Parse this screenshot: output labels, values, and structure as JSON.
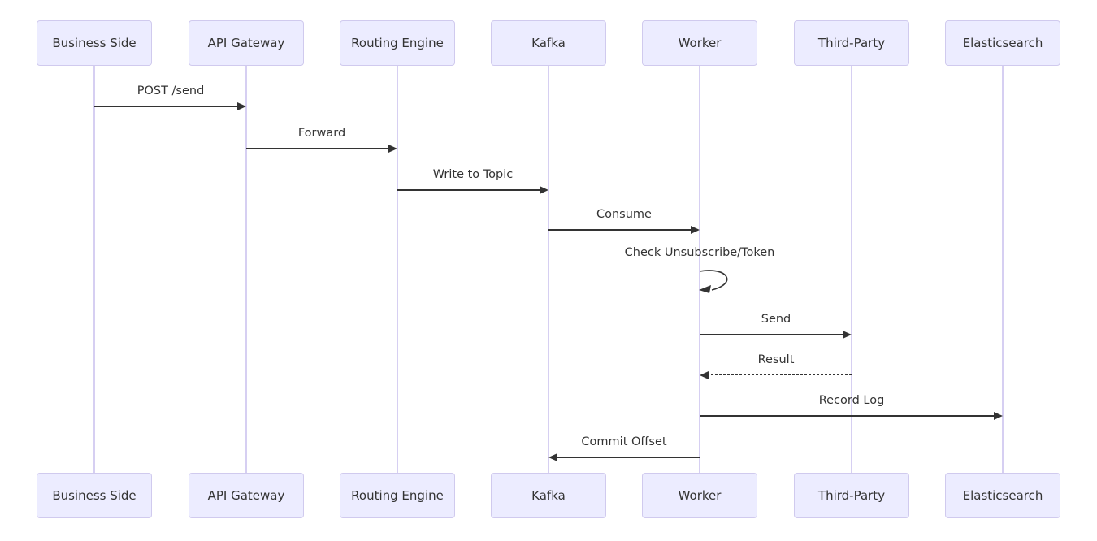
{
  "diagram": {
    "type": "sequence-diagram",
    "background": "#ffffff",
    "actors": [
      {
        "id": "business-side",
        "label": "Business Side"
      },
      {
        "id": "api-gateway",
        "label": "API Gateway"
      },
      {
        "id": "routing-engine",
        "label": "Routing Engine"
      },
      {
        "id": "kafka",
        "label": "Kafka"
      },
      {
        "id": "worker",
        "label": "Worker"
      },
      {
        "id": "third-party",
        "label": "Third-Party"
      },
      {
        "id": "elasticsearch",
        "label": "Elasticsearch"
      }
    ],
    "messages": [
      {
        "label": "POST /send",
        "from": "Business Side",
        "to": "API Gateway",
        "line": "solid"
      },
      {
        "label": "Forward",
        "from": "API Gateway",
        "to": "Routing Engine",
        "line": "solid"
      },
      {
        "label": "Write to Topic",
        "from": "Routing Engine",
        "to": "Kafka",
        "line": "solid"
      },
      {
        "label": "Consume",
        "from": "Kafka",
        "to": "Worker",
        "line": "solid"
      },
      {
        "label": "Check Unsubscribe/Token",
        "from": "Worker",
        "to": "Worker",
        "line": "self-loop"
      },
      {
        "label": "Send",
        "from": "Worker",
        "to": "Third-Party",
        "line": "solid"
      },
      {
        "label": "Result",
        "from": "Third-Party",
        "to": "Worker",
        "line": "dashed"
      },
      {
        "label": "Record Log",
        "from": "Worker",
        "to": "Elasticsearch",
        "line": "solid"
      },
      {
        "label": "Commit Offset",
        "from": "Worker",
        "to": "Kafka",
        "line": "solid"
      }
    ],
    "colors": {
      "actor_fill": "#ECECFF",
      "actor_border": "#d0caee",
      "lifeline": "#d6cff2",
      "arrow": "#333333",
      "text": "#333333"
    }
  }
}
